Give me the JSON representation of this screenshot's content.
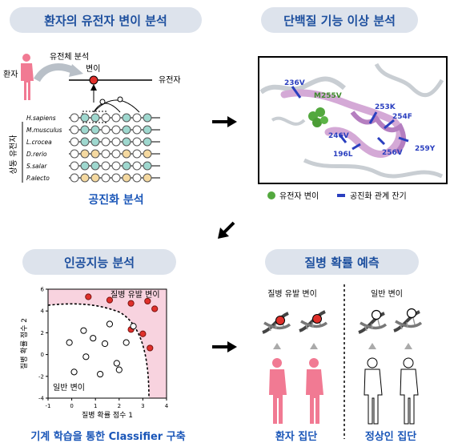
{
  "panels": {
    "top_left_title": "환자의 유전자 변이 분석",
    "top_right_title": "단백질 기능 이상 분석",
    "bottom_left_title": "인공지능 분석",
    "bottom_right_title": "질병 확률 예측"
  },
  "genetic": {
    "patient_label": "환자",
    "genome_label": "유전체 분석",
    "variant_label": "변이",
    "gene_label": "유전자",
    "species_axis_label": "상동 유전자",
    "species": [
      "H.sapiens",
      "M.musculus",
      "L.crocea",
      "D.rerio",
      "S.salar",
      "P.alecto"
    ],
    "caption": "공진화 분석"
  },
  "protein": {
    "residues": [
      "236V",
      "M255V",
      "253K",
      "254F",
      "246V",
      "196L",
      "256V",
      "259Y"
    ],
    "legend_variant": "유전자 변이",
    "legend_coevo": "공진화 관계 잔기"
  },
  "ai": {
    "caption": "기계 학습을 통한 Classifier 구축",
    "disease_label": "질병 유발 변이",
    "normal_label": "일반 변이"
  },
  "prediction": {
    "disease_label": "질병 유발 변이",
    "normal_label": "일반 변이",
    "patient_group": "환자 집단",
    "normal_group": "정상인 집단"
  },
  "colors": {
    "title_text": "#1d4f9e",
    "pill_bg": "#dde3ec",
    "variant_red": "#e0302b",
    "coevo_blue": "#2a3fbf",
    "region_pink": "#f8d3df",
    "person_pink": "#f17a93"
  },
  "chart_data": {
    "type": "scatter",
    "xlabel": "질병 확률 점수 1",
    "ylabel": "질병 확률 점수 2",
    "xlim": [
      -1,
      4
    ],
    "ylim": [
      -4,
      6
    ],
    "xticks": [
      -1,
      0,
      1,
      2,
      3,
      4
    ],
    "yticks": [
      -4,
      -2,
      0,
      2,
      4,
      6
    ],
    "series": [
      {
        "x": [
          0.7,
          1.6,
          2.5,
          3.2,
          3.5,
          2.5,
          3.0,
          3.3
        ],
        "y": [
          5.3,
          5.0,
          4.7,
          4.9,
          4.2,
          2.3,
          1.9,
          0.6
        ]
      },
      {
        "x": [
          0.5,
          1.6,
          2.6,
          -0.1,
          0.9,
          1.4,
          2.3,
          0.6,
          1.9,
          0.1,
          1.2,
          2.0
        ],
        "y": [
          2.2,
          2.8,
          2.6,
          1.1,
          1.5,
          1.0,
          1.1,
          -0.2,
          -0.8,
          -1.6,
          -1.8,
          -1.4
        ]
      }
    ]
  }
}
